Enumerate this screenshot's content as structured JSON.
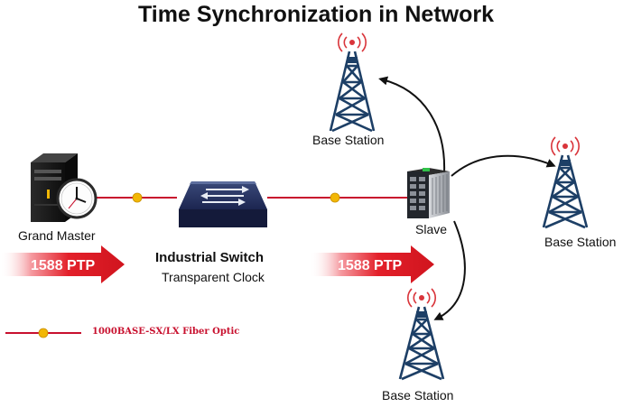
{
  "title": "Time Synchronization in Network",
  "nodes": {
    "grand_master": "Grand Master",
    "switch_name": "Industrial Switch",
    "switch_role": "Transparent Clock",
    "slave": "Slave",
    "base_station_top": "Base Station",
    "base_station_right": "Base Station",
    "base_station_bottom": "Base Station"
  },
  "ptp_arrows": [
    "1588 PTP",
    "1588 PTP"
  ],
  "legend": {
    "label": "1000BASE-SX/LX Fiber Optic"
  },
  "colors": {
    "link": "#c8102e",
    "arrow": "#e3202a",
    "connector": "#f2b705",
    "tower": "#1d3f66",
    "signal": "#d9343a"
  }
}
